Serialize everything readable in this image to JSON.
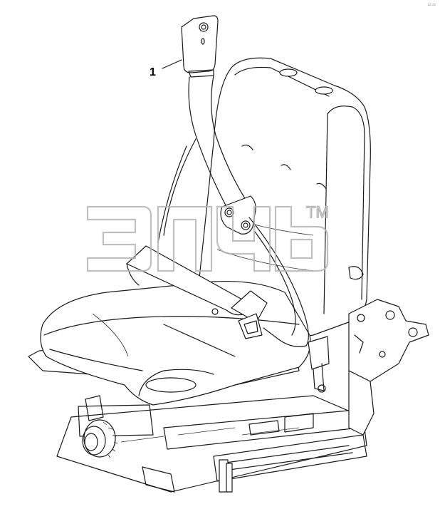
{
  "diagram": {
    "callouts": [
      {
        "label": "1",
        "part": "seat-belt-anchor"
      }
    ],
    "watermark": {
      "trademark": "TM"
    },
    "corner_mark": "zz:zz",
    "colors": {
      "line": "#1a1a1a",
      "watermark": "#b5b5b5",
      "background": "#ffffff"
    }
  }
}
